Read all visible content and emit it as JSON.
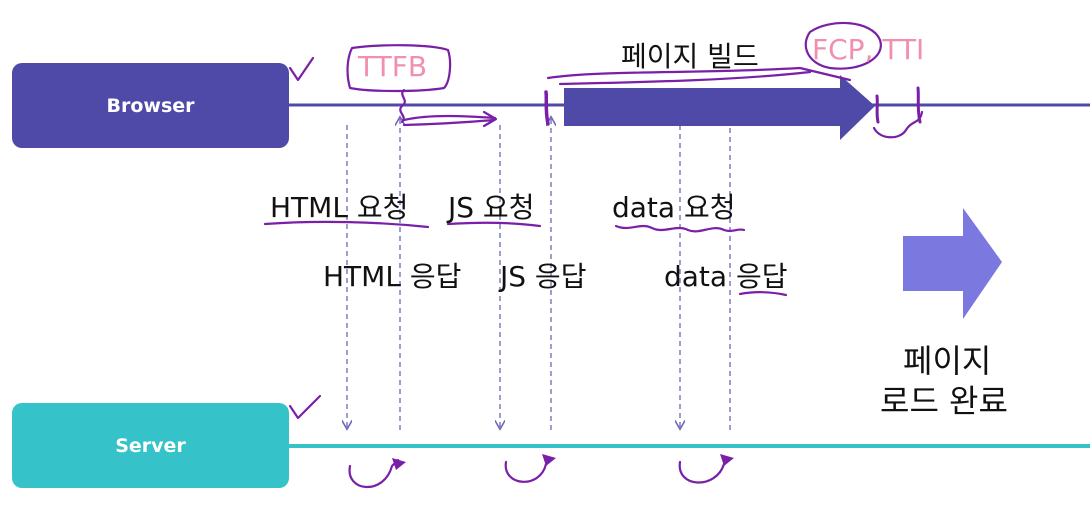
{
  "lanes": {
    "browser": "Browser",
    "server": "Server"
  },
  "requests": {
    "html": "HTML 요청",
    "js": "JS 요청",
    "data": "data 요청"
  },
  "responses": {
    "html": "HTML 응답",
    "js": "JS 응답",
    "data": "data 응답"
  },
  "annotations": {
    "ttfb": "TTFB",
    "page_build": "페이지 빌드",
    "fcp_tti": "FCP, TTI"
  },
  "page_load": {
    "line1": "페이지",
    "line2": "로드 완료"
  },
  "colors": {
    "browser": "#4f4aa8",
    "server": "#35c2c9",
    "arrow": "#7b78e0",
    "pen": "#7a1fa8",
    "pink": "#f08fb0"
  }
}
